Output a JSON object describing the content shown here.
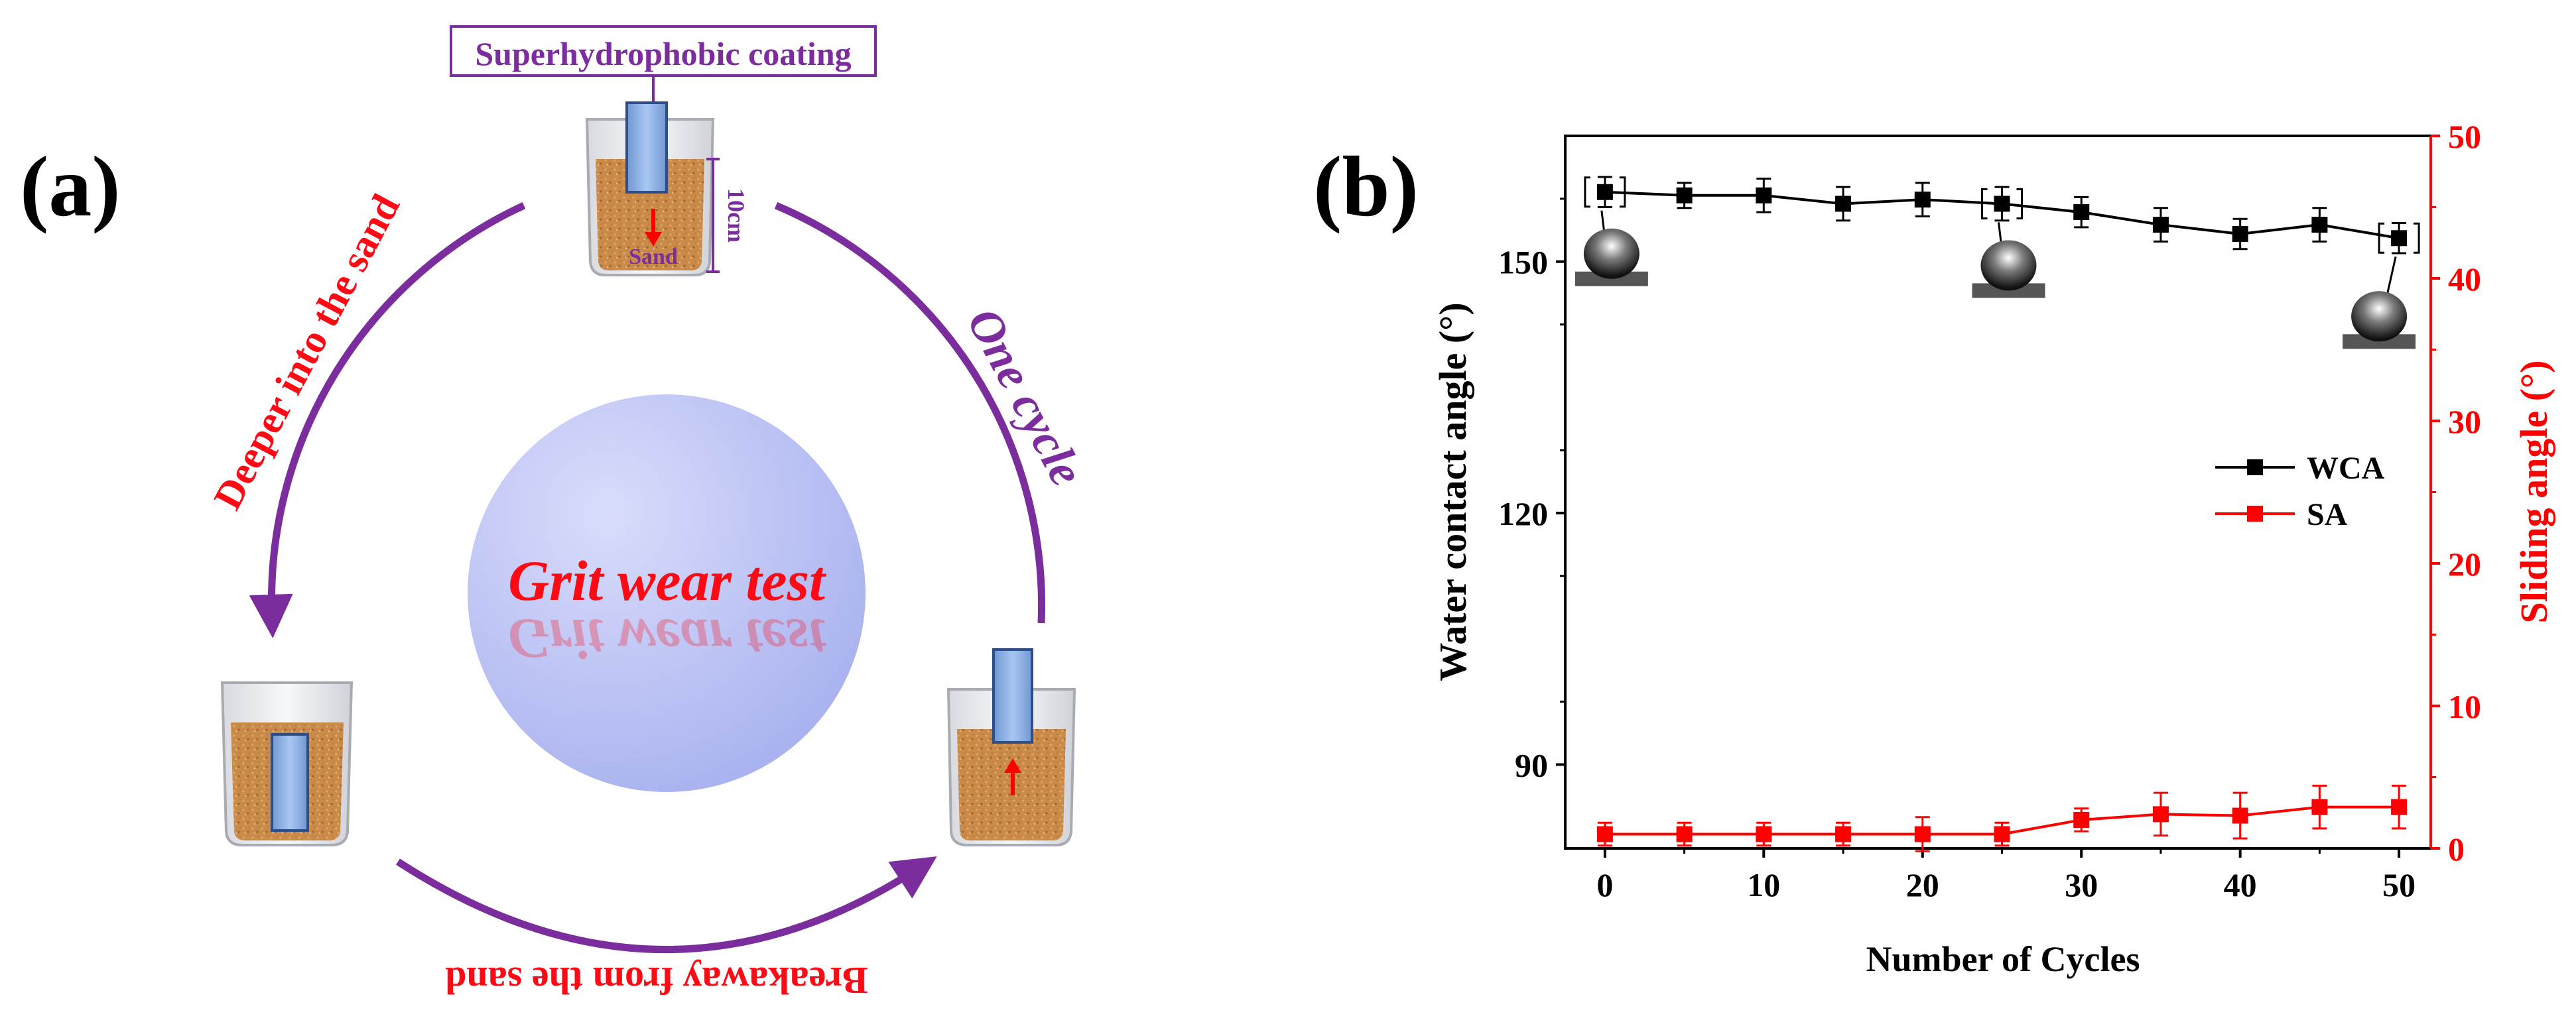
{
  "panel_a": {
    "label": "(a)",
    "coating_label": "Superhydrophobic coating",
    "depth_label": "10cm",
    "sand_label": "Sand",
    "center_title": "Grit wear test",
    "arc_left": "Deeper into the sand",
    "arc_right": "One cycle",
    "arc_bottom": "Breakaway from the sand",
    "colors": {
      "arc": "#7b2d9e",
      "text_red": "#ff0a14",
      "text_purple": "#7b2d9e",
      "sand": "#c98a4a",
      "sample": "#8fb3e6"
    }
  },
  "panel_b": {
    "label": "(b)"
  },
  "chart_data": {
    "type": "line",
    "x": [
      0,
      5,
      10,
      15,
      20,
      25,
      30,
      35,
      40,
      45,
      50
    ],
    "xlabel": "Number of Cycles",
    "xlim": [
      -2.5,
      52
    ],
    "xticks": [
      0,
      10,
      20,
      30,
      40,
      50
    ],
    "xtick_labels": [
      "0",
      "10",
      "20",
      "30",
      "40",
      "50"
    ],
    "ylabel": "Water contact angle (°)",
    "ylim": [
      80,
      165
    ],
    "yticks": [
      90,
      120,
      150
    ],
    "ytick_labels": [
      "90",
      "120",
      "150"
    ],
    "y2label": "Sliding angle (°)",
    "y2lim": [
      0,
      50
    ],
    "y2ticks": [
      0,
      10,
      20,
      30,
      40,
      50
    ],
    "y2tick_labels": [
      "0",
      "10",
      "20",
      "30",
      "40",
      "50"
    ],
    "legend_position": "center-right",
    "series": [
      {
        "name": "WCA",
        "axis": "left",
        "color": "#000000",
        "values": [
          158.3,
          157.9,
          157.9,
          156.9,
          157.4,
          156.9,
          155.9,
          154.4,
          153.3,
          154.4,
          152.8
        ],
        "errors": [
          1.8,
          1.5,
          2.0,
          2.0,
          2.0,
          2.0,
          1.8,
          2.0,
          1.8,
          2.0,
          1.8
        ]
      },
      {
        "name": "SA",
        "axis": "right",
        "color": "#ff0000",
        "values": [
          1.0,
          1.0,
          1.0,
          1.0,
          1.0,
          1.0,
          2.0,
          2.4,
          2.3,
          2.9,
          2.9
        ],
        "errors": [
          0.8,
          0.8,
          0.8,
          0.8,
          1.2,
          0.8,
          0.8,
          1.5,
          1.6,
          1.5,
          1.5
        ]
      }
    ],
    "droplet_insets_at_cycles": [
      0,
      25,
      50
    ]
  }
}
